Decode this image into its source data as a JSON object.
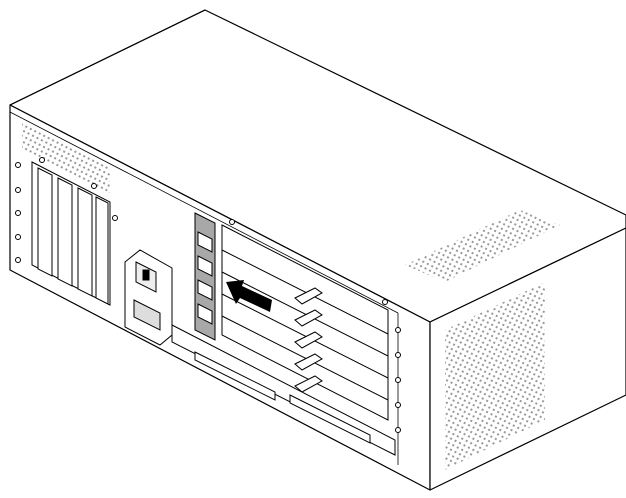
{
  "figure": {
    "subject": "computer-chassis-rear-view",
    "colors": {
      "line": "#000000",
      "background": "#ffffff",
      "panel_shade": "#a8a8a8",
      "vent_dots": "#9a9a9a"
    },
    "arrow_direction": "left",
    "expansion_cards": 5,
    "open_slots": 4
  }
}
